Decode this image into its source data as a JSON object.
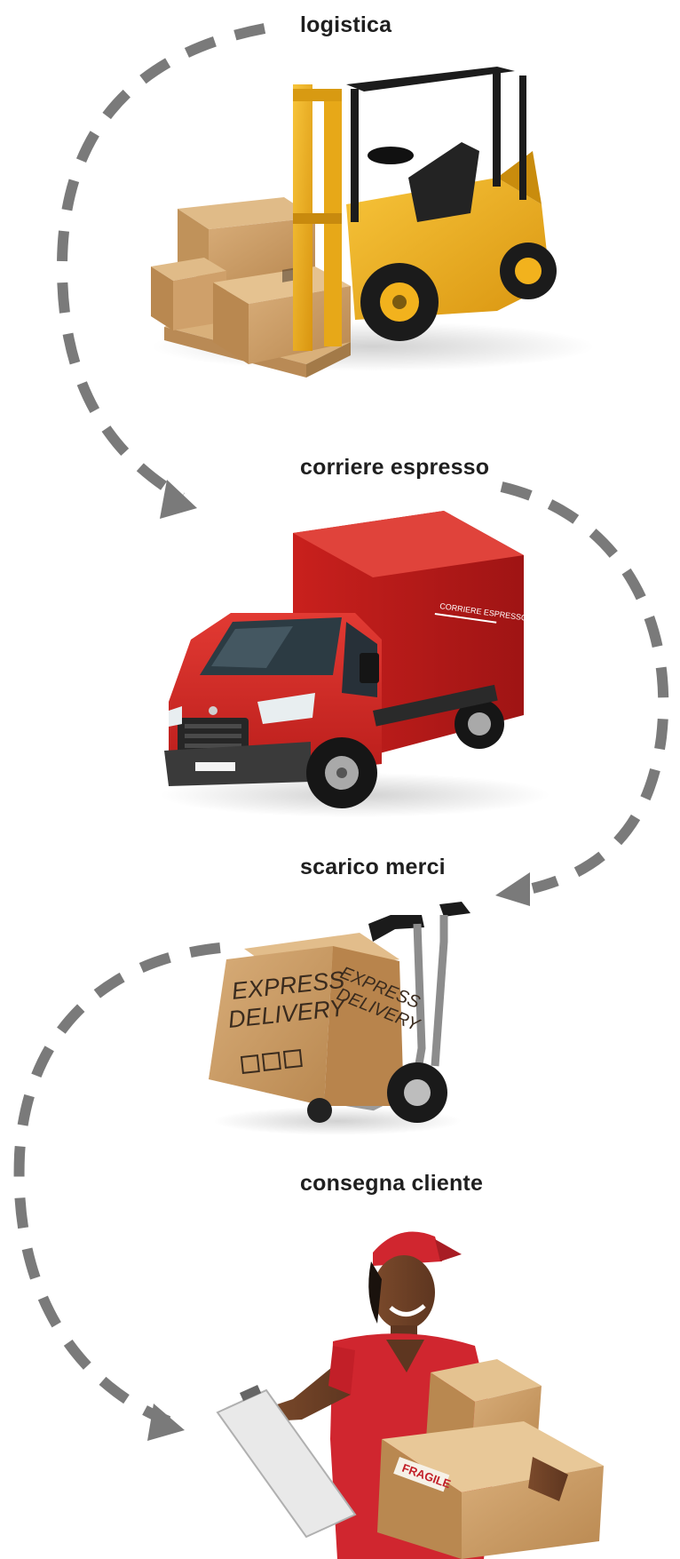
{
  "steps": [
    {
      "label": "logistica",
      "illustration": "forklift-with-boxes"
    },
    {
      "label": "corriere espresso",
      "illustration": "red-delivery-van"
    },
    {
      "label": "scarico merci",
      "illustration": "hand-truck-with-box"
    },
    {
      "label": "consegna cliente",
      "illustration": "courier-with-parcels"
    }
  ],
  "box_text": {
    "express": "EXPRESS",
    "delivery": "DELIVERY",
    "fragile": "FRAGILE",
    "van_side": "CORRIERE ESPRESSO"
  },
  "colors": {
    "arrow": "#7a7a7a",
    "label": "#1f1f1f",
    "cardboard": "#c89b68",
    "van": "#d42a25",
    "forklift": "#f2b21d",
    "shirt": "#d0262f"
  }
}
